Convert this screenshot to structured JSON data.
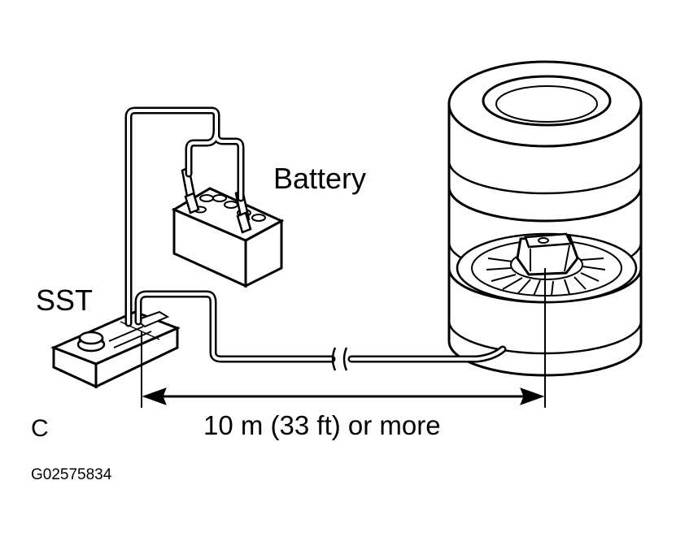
{
  "labels": {
    "battery": "Battery",
    "sst": "SST",
    "distance": "10 m (33 ft) or more",
    "view_letter": "C",
    "figure_code": "G02575834"
  },
  "colors": {
    "line": "#000000",
    "background": "#ffffff"
  }
}
